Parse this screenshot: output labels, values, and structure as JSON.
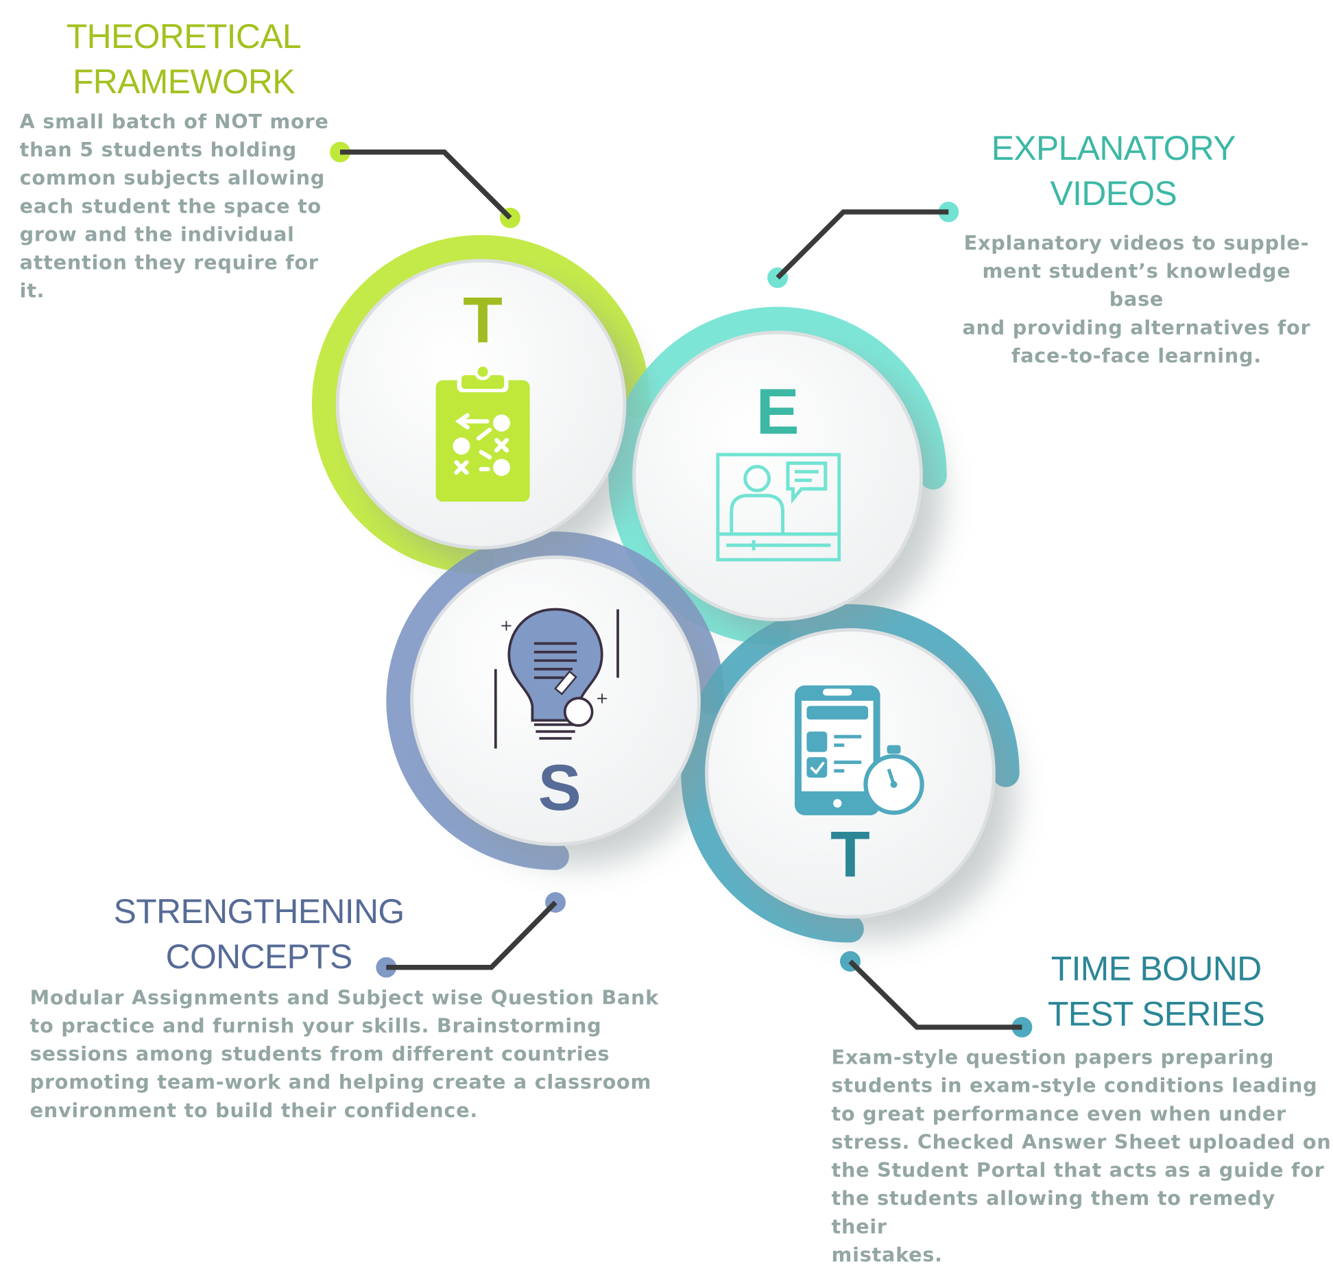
{
  "colors": {
    "t1": "#bfe83b",
    "e": "#72e3d3",
    "s": "#8199c5",
    "t2": "#4fa9bf",
    "connector": "#3a3a3a",
    "body_text": "#93a6a4"
  },
  "sections": [
    {
      "letter": "T",
      "title_lines": [
        "THEORETICAL",
        "FRAMEWORK"
      ],
      "title_color": "#a2c11e",
      "icon": "clipboard-strategy-icon",
      "body": [
        "A small batch of NOT more",
        "than 5 students holding",
        "common subjects allowing",
        "each student the space to",
        "grow and the individual",
        "attention they require for",
        "it."
      ]
    },
    {
      "letter": "E",
      "title_lines": [
        "EXPLANATORY",
        "VIDEOS"
      ],
      "title_color": "#3db8a5",
      "icon": "video-lecture-icon",
      "body": [
        "Explanatory videos to supple-",
        "ment student’s knowledge base",
        "and providing alternatives for",
        "face-to-face learning."
      ]
    },
    {
      "letter": "S",
      "title_lines": [
        "STRENGTHENING",
        "CONCEPTS"
      ],
      "title_color": "#566b96",
      "icon": "lightbulb-idea-icon",
      "body": [
        "Modular Assignments and Subject wise Question Bank",
        "to practice and furnish your skills. Brainstorming",
        "sessions among students from different countries",
        "promoting team-work and helping create a classroom",
        "environment to build their confidence."
      ]
    },
    {
      "letter": "T",
      "title_lines": [
        "TIME BOUND",
        "TEST SERIES"
      ],
      "title_color": "#2b8696",
      "icon": "phone-stopwatch-icon",
      "body": [
        "Exam-style question papers preparing",
        "students in exam-style conditions leading",
        "to great performance even when under",
        "stress. Checked Answer Sheet uploaded on",
        "the Student Portal that acts as a guide for",
        "the students allowing them to remedy their",
        "mistakes."
      ]
    }
  ]
}
